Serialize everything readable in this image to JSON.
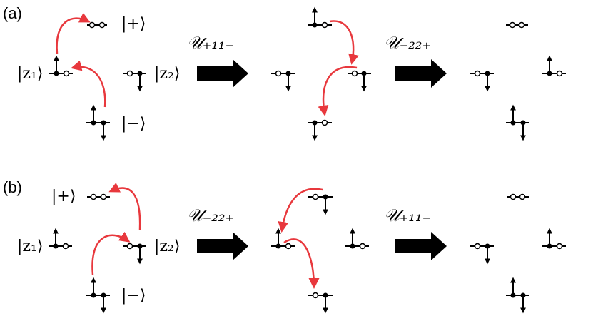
{
  "panels": [
    {
      "tag": "(a)",
      "states": {
        "plus": "|+⟩",
        "z1": "|z₁⟩",
        "z2": "|z₂⟩",
        "minus": "|−⟩"
      },
      "first_operator": "𝒰₊₁₁₋",
      "second_operator": "𝒰₋₂₂₊"
    },
    {
      "tag": "(b)",
      "states": {
        "plus": "|+⟩",
        "z1": "|z₁⟩",
        "z2": "|z₂⟩",
        "minus": "|−⟩"
      },
      "first_operator": "𝒰₋₂₂₊",
      "second_operator": "𝒰₊₁₁₋"
    }
  ],
  "colors": {
    "ink": "#000000",
    "hopping_arrow": "#e8383d"
  }
}
